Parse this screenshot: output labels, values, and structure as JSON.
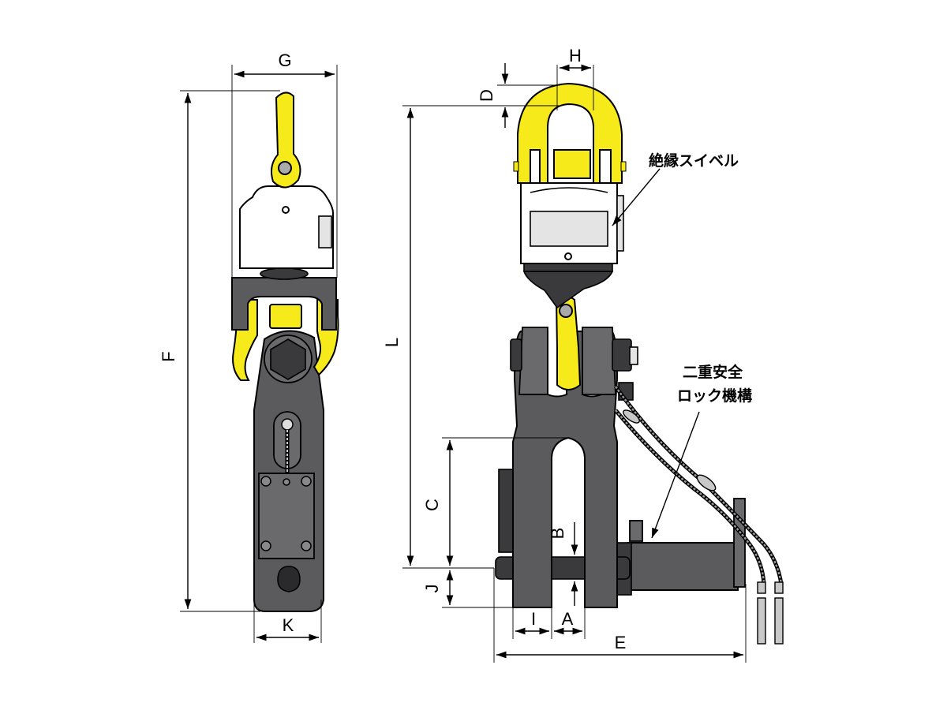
{
  "dimension_labels": {
    "A": "A",
    "B": "B",
    "C": "C",
    "D": "D",
    "E": "E",
    "F": "F",
    "G": "G",
    "H": "H",
    "I": "I",
    "J": "J",
    "K": "K",
    "L": "L"
  },
  "callouts": {
    "swivel": "絶縁スイベル",
    "lock_line1": "二重安全",
    "lock_line2": "ロック機構"
  },
  "colors": {
    "body": "#5b5b5d",
    "hook": "#f7ea1b",
    "swivel": "#ffffff",
    "wire": "#000000"
  }
}
